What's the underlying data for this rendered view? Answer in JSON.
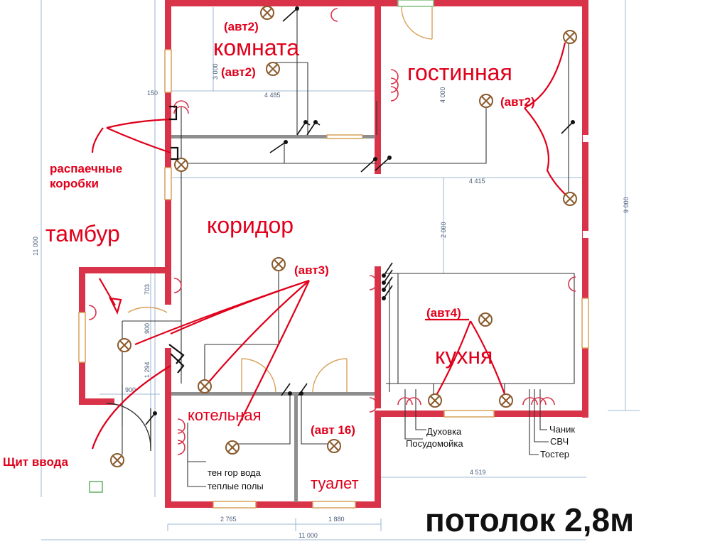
{
  "rooms": {
    "komnata": "комната",
    "gostinnaya": "гостинная",
    "koridor": "коридор",
    "kukhnya": "кухня",
    "kotelnaya": "котельная",
    "tualet": "туалет",
    "tambur": "тамбур"
  },
  "breakers": {
    "avt2_top": "(авт2)",
    "avt2_room": "(авт2)",
    "avt2_living": "(авт2)",
    "avt3": "(авт3)",
    "avt4": "(авт4)",
    "avt16": "(авт 16)"
  },
  "labels": {
    "junction_boxes_1": "распаечные",
    "junction_boxes_2": "коробки",
    "panel": "Щит ввода",
    "ceiling": "потолок 2,8м"
  },
  "appliances": {
    "oven": "Духовка",
    "dishwasher": "Посудомойка",
    "kettle": "Чаник",
    "microwave": "СВЧ",
    "toaster": "Тостер",
    "water_heater": "тен гор вода",
    "floor_heating": "теплые полы"
  },
  "dimensions": {
    "d3000": "3 000",
    "d4485": "4 485",
    "d150": "150",
    "d4000": "4 000",
    "d4415": "4 415",
    "d2000": "2 000",
    "d9000": "9 000",
    "d11000_left": "11 000",
    "d703": "703",
    "d900": "900",
    "d1294": "1 294",
    "d900b": "900",
    "d4519": "4 519",
    "d2765": "2 765",
    "d1880": "1 880",
    "d11000_bottom": "11 000"
  },
  "colors": {
    "wall": "#d9334a",
    "annotation": "#e0001b",
    "fixture": "#8a5a2c"
  }
}
